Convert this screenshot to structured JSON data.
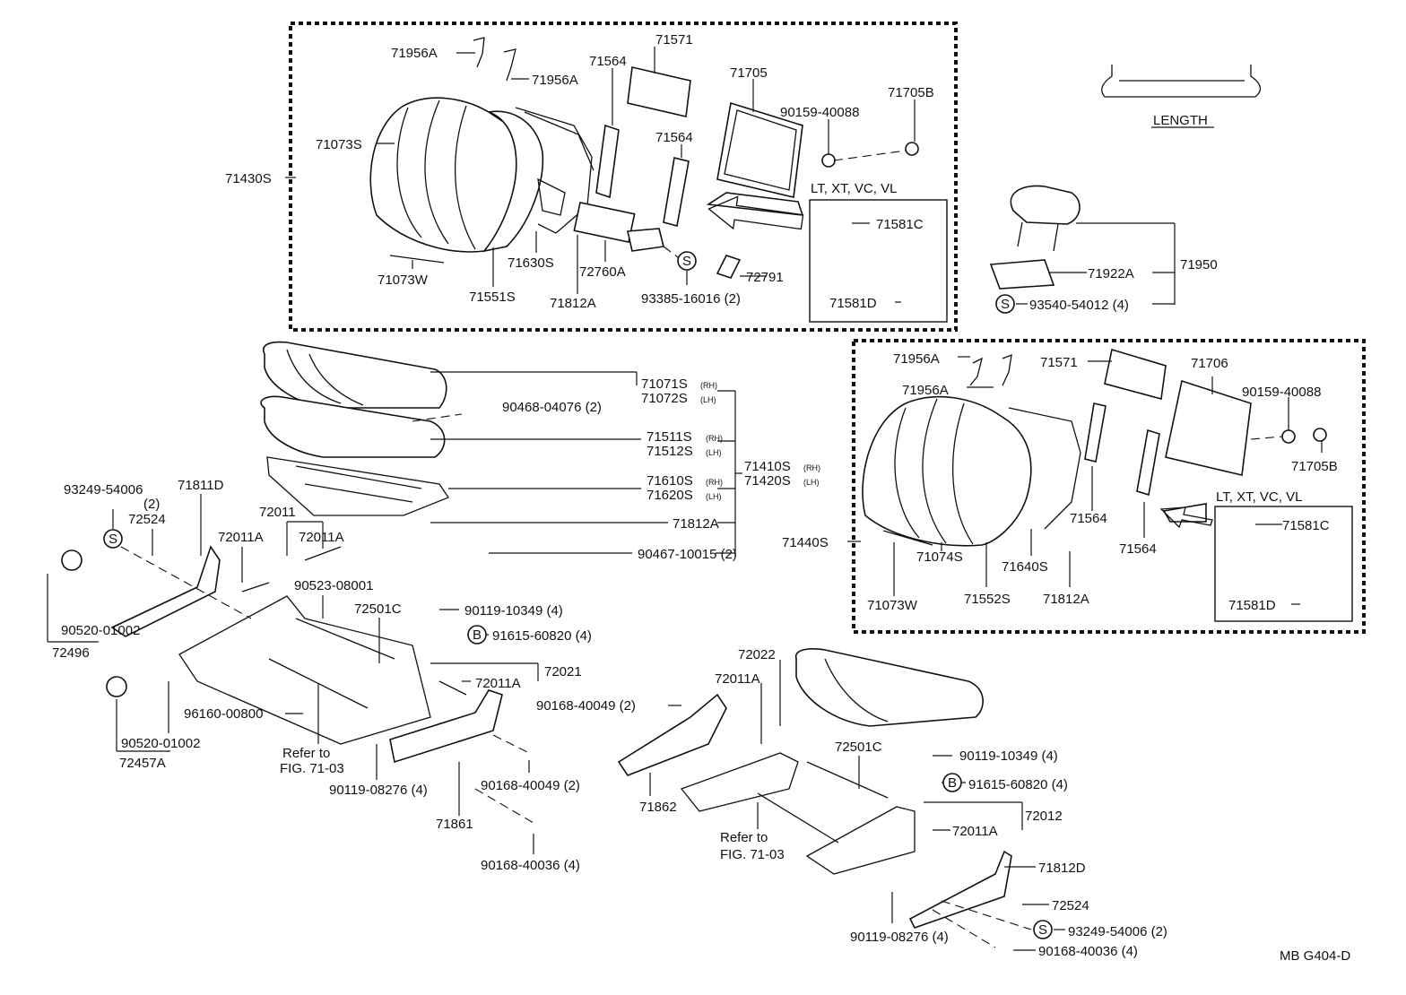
{
  "diagram_code": "MB G404-D",
  "length_legend": "LENGTH",
  "variant_note": "LT, XT, VC, VL",
  "refer_to": [
    "Refer to",
    "FIG. 71-03"
  ],
  "parts": {
    "p71956A_1": "71956A",
    "p71956A_2": "71956A",
    "p71571": "71571",
    "p71564_1": "71564",
    "p71705": "71705",
    "p90159_40088": "90159-40088",
    "p71705B": "71705B",
    "p71564_2": "71564",
    "p71073S": "71073S",
    "p71430S": "71430S",
    "p71581C": "71581C",
    "p71581D": "71581D",
    "p71073W": "71073W",
    "p71551S": "71551S",
    "p71630S": "71630S",
    "p72760A": "72760A",
    "p71812A": "71812A",
    "p93385": "93385-16016 (2)",
    "p72791": "72791",
    "p71950": "71950",
    "p71922A": "71922A",
    "p93540": "93540-54012 (4)",
    "p71071S": "71071S",
    "p71072S": "71072S",
    "p90468": "90468-04076 (2)",
    "p71511S": "71511S",
    "p71512S": "71512S",
    "p71610S": "71610S",
    "p71620S": "71620S",
    "p71410S": "71410S",
    "p71420S": "71420S",
    "p71812A_2": "71812A",
    "p90467": "90467-10015 (2)",
    "p93249_1": "93249-54006",
    "p93249_1q": "(2)",
    "p71811D": "71811D",
    "p72524_1": "72524",
    "p72011": "72011",
    "p72011A_1": "72011A",
    "p72011A_2": "72011A",
    "p90523": "90523-08001",
    "p72501C_1": "72501C",
    "p90119_10349_1": "90119-10349 (4)",
    "p91615_1": "91615-60820 (4)",
    "p72021": "72021",
    "p72011A_3": "72011A",
    "p90520_1": "90520-01002",
    "p72496": "72496",
    "p96160": "96160-00800",
    "p90520_2": "90520-01002",
    "p72457A": "72457A",
    "p90168_40049_1": "90168-40049 (2)",
    "p90168_40049_2": "90168-40049 (2)",
    "p90119_08276_1": "90119-08276 (4)",
    "p71861": "71861",
    "p90168_40036_1": "90168-40036 (4)",
    "p71956A_3": "71956A",
    "p71956A_4": "71956A",
    "p71571_2": "71571",
    "p71706": "71706",
    "p90159_40088_2": "90159-40088",
    "p71705B_2": "71705B",
    "p71564_3": "71564",
    "p71564_4": "71564",
    "p71440S": "71440S",
    "p71581C_2": "71581C",
    "p71581D_2": "71581D",
    "p71073W_2": "71073W",
    "p71074S": "71074S",
    "p71552S": "71552S",
    "p71640S": "71640S",
    "p71812A_3": "71812A",
    "p72022": "72022",
    "p72011A_4": "72011A",
    "p72501C_2": "72501C",
    "p90119_10349_2": "90119-10349 (4)",
    "p91615_2": "91615-60820 (4)",
    "p72012": "72012",
    "p72011A_5": "72011A",
    "p71862": "71862",
    "p71812D": "71812D",
    "p72524_2": "72524",
    "p93249_2": "93249-54006 (2)",
    "p90119_08276_2": "90119-08276 (4)",
    "p90168_40036_2": "90168-40036 (4)"
  },
  "sides": {
    "rh": "(RH)",
    "lh": "(LH)"
  },
  "fastener_symbols": {
    "s": "S",
    "b": "B"
  }
}
